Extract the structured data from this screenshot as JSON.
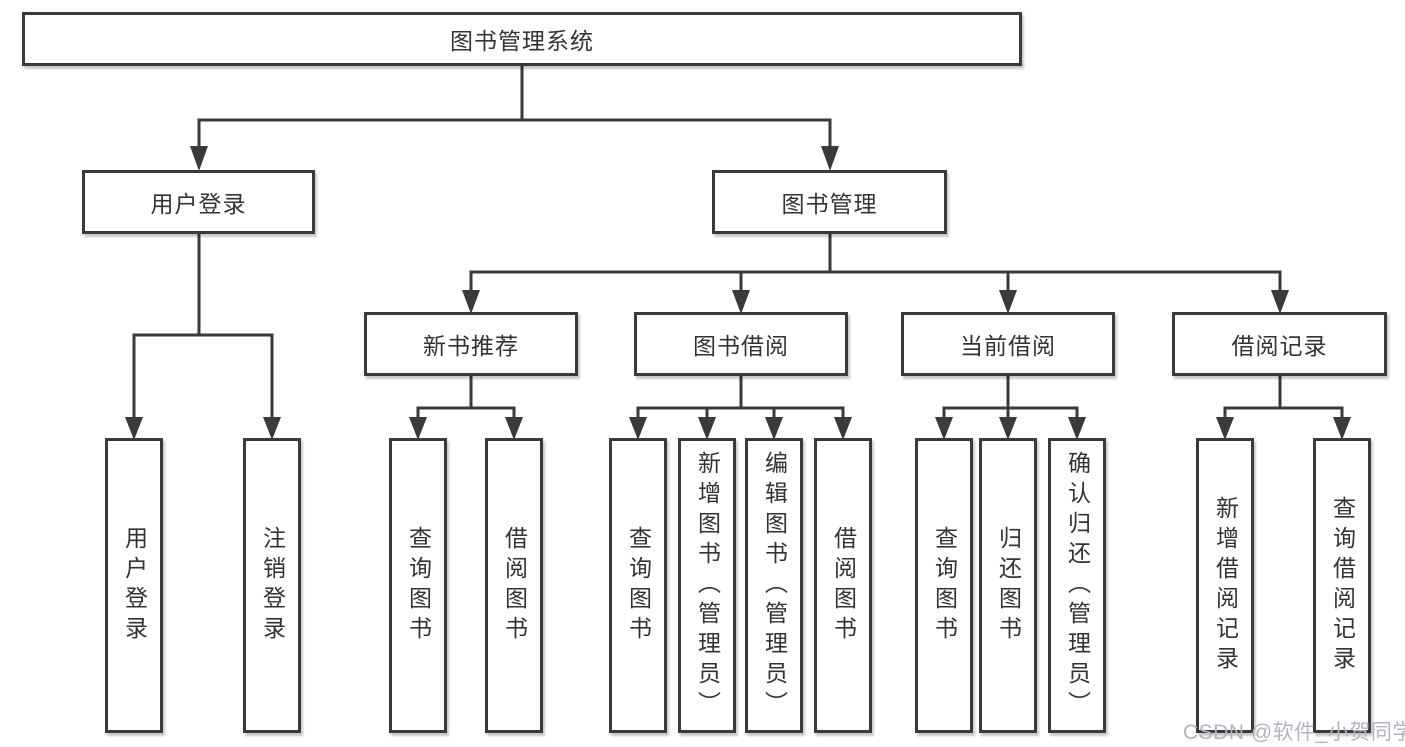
{
  "colors": {
    "background": "#ffffff",
    "line": "#3a3a3a",
    "box_border": "#3a3a3a",
    "text": "#333333",
    "watermark_text": "#b7b1c0"
  },
  "nodes": {
    "root": {
      "label": "图书管理系统"
    },
    "level2": [
      {
        "label": "用户登录"
      },
      {
        "label": "图书管理"
      }
    ],
    "level3": [
      {
        "label": "新书推荐"
      },
      {
        "label": "图书借阅"
      },
      {
        "label": "当前借阅"
      },
      {
        "label": "借阅记录"
      }
    ],
    "leaves": [
      {
        "label": "用户登录"
      },
      {
        "label": "注销登录"
      },
      {
        "label": "查询图书"
      },
      {
        "label": "借阅图书"
      },
      {
        "label": "查询图书"
      },
      {
        "label": "新增图书（管理员）"
      },
      {
        "label": "编辑图书（管理员）"
      },
      {
        "label": "借阅图书"
      },
      {
        "label": "查询图书"
      },
      {
        "label": "归还图书"
      },
      {
        "label": "确认归还（管理员）"
      },
      {
        "label": "新增借阅记录"
      },
      {
        "label": "查询借阅记录"
      }
    ]
  },
  "hierarchy": {
    "图书管理系统": [
      "用户登录",
      "图书管理"
    ],
    "用户登录": [
      "用户登录",
      "注销登录"
    ],
    "图书管理": [
      "新书推荐",
      "图书借阅",
      "当前借阅",
      "借阅记录"
    ],
    "新书推荐": [
      "查询图书",
      "借阅图书"
    ],
    "图书借阅": [
      "查询图书",
      "新增图书（管理员）",
      "编辑图书（管理员）",
      "借阅图书"
    ],
    "当前借阅": [
      "查询图书",
      "归还图书",
      "确认归还（管理员）"
    ],
    "借阅记录": [
      "新增借阅记录",
      "查询借阅记录"
    ]
  },
  "watermark": "CSDN @软件_小贺同学"
}
